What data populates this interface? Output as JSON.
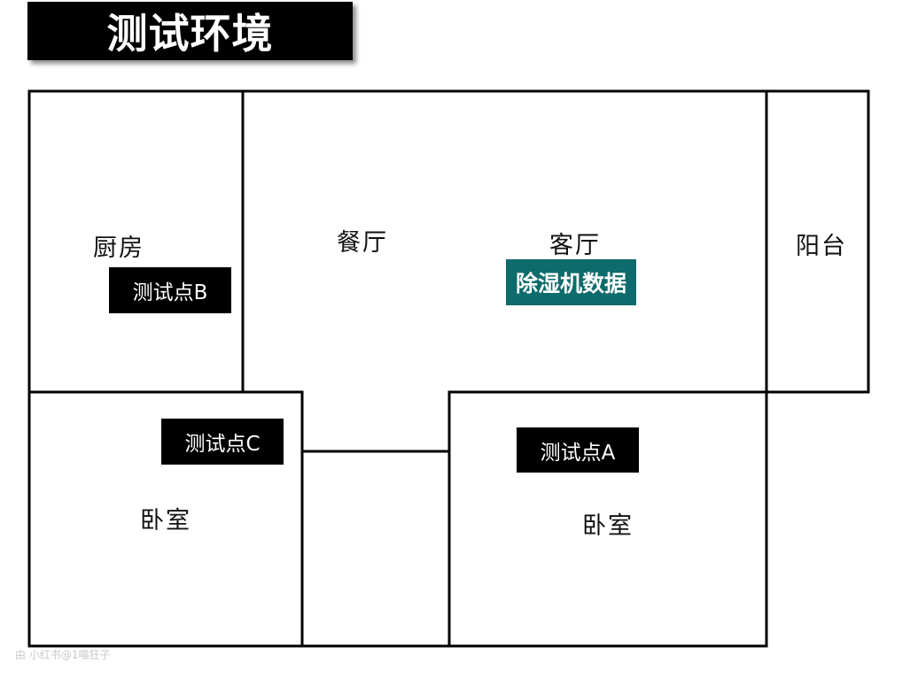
{
  "title": "测试环境",
  "rooms": {
    "kitchen": "厨房",
    "dining": "餐厅",
    "living": "客厅",
    "balcony": "阳台",
    "bedroom_left": "卧室",
    "bedroom_right": "卧室"
  },
  "test_points": {
    "a": "测试点A",
    "b": "测试点B",
    "c": "测试点C"
  },
  "dehumidifier_label": "除湿机数据",
  "watermark": "由 小红书@1喵狂子",
  "colors": {
    "wall": "#000000",
    "tag_background": "#000000",
    "dehumidifier_background": "#0d6b6b"
  }
}
